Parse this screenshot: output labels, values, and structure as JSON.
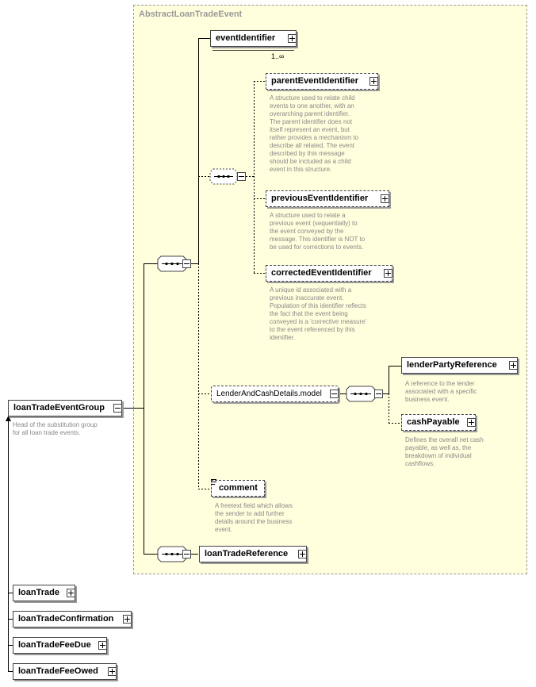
{
  "group": {
    "title": "AbstractLoanTradeEvent"
  },
  "root": {
    "label": "loanTradeEventGroup",
    "doc": [
      "Head of the substitution group",
      "for all loan trade events."
    ]
  },
  "eventIdentifier": {
    "label": "eventIdentifier",
    "cardinality": "1..∞"
  },
  "parentEventIdentifier": {
    "label": "parentEventIdentifier",
    "doc": [
      "A structure used to relate child",
      "events to one another, with an",
      "overarching parent identifier.",
      "The parent identifier does not",
      "itself represent an event, but",
      "rather provides a mechanism to",
      "describe all related. The event",
      "described by this message",
      "should be included as a child",
      "event in this structure."
    ]
  },
  "previousEventIdentifier": {
    "label": "previousEventIdentifier",
    "doc": [
      "A structure used to relate a",
      "previous event (sequentially) to",
      "the event conveyed by the",
      "message. This identifier is NOT to",
      "be used for corrections to events."
    ]
  },
  "correctedEventIdentifier": {
    "label": "correctedEventIdentifier",
    "doc": [
      "A unique id associated with a",
      "previous inaccurate event.",
      "Population of this identifier reflects",
      "the fact that the event being",
      "conveyed is a 'corrective measure'",
      "to the event referenced by this",
      "identifier."
    ]
  },
  "model": {
    "label": "LenderAndCashDetails.model"
  },
  "lenderPartyReference": {
    "label": "lenderPartyReference",
    "doc": [
      "A reference to the lender",
      "associated with a specific",
      "business event."
    ]
  },
  "cashPayable": {
    "label": "cashPayable",
    "doc": [
      "Defines the overall net cash",
      "payable, as well as, the",
      "breakdown of individual",
      "cashflows."
    ]
  },
  "comment": {
    "label": "comment",
    "doc": [
      "A freetext field which allows",
      "the sender to add further",
      "details around the business",
      "event."
    ]
  },
  "loanTradeReference": {
    "label": "loanTradeReference"
  },
  "substitutes": [
    {
      "label": "loanTrade"
    },
    {
      "label": "loanTradeConfirmation"
    },
    {
      "label": "loanTradeFeeDue"
    },
    {
      "label": "loanTradeFeeOwed"
    }
  ],
  "colors": {
    "group_fill": "#ffffdd",
    "doc_text": "#888888",
    "line": "#000000"
  }
}
